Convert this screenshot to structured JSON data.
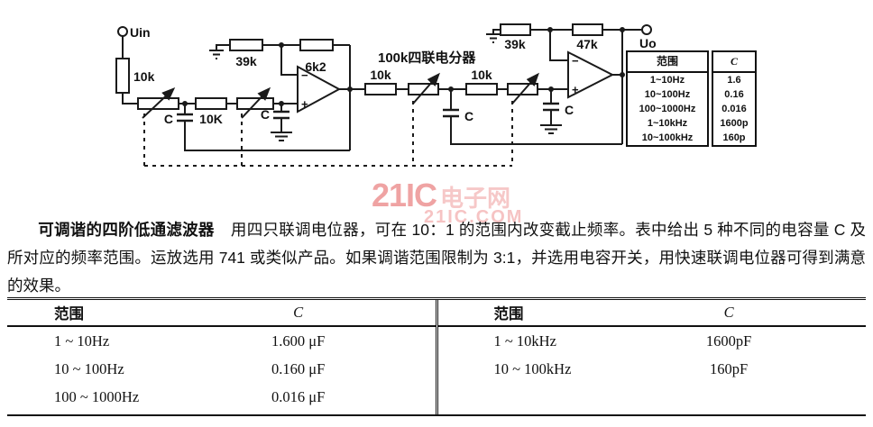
{
  "circuit": {
    "labels": {
      "uin": "Uin",
      "uo": "Uo",
      "r_input": "10k",
      "r_39k_stage1": "39k",
      "r_6k2": "6k2",
      "r_10K_mid": "10K",
      "c1": "C",
      "c2": "C",
      "c3": "C",
      "c4": "C",
      "r_10k_stage2a": "10k",
      "r_10k_stage2b": "10k",
      "r_39k_stage2": "39k",
      "r_47k": "47k",
      "gang_pot": "100k四联电分器",
      "minus": "−",
      "plus": "+"
    },
    "inset_table": {
      "headers": [
        "范围",
        "C"
      ],
      "rows": [
        {
          "range": "1~10Hz",
          "c": "1.6"
        },
        {
          "range": "10~100Hz",
          "c": "0.16"
        },
        {
          "range": "100~1000Hz",
          "c": "0.016"
        },
        {
          "range": "1~10kHz",
          "c": "1600p"
        },
        {
          "range": "10~100kHz",
          "c": "160p"
        }
      ]
    }
  },
  "watermark": {
    "brand": "21IC",
    "site": "电子网",
    "domain": "21IC.COM",
    "color": "#ea8585"
  },
  "description": {
    "title": "可调谐的四阶低通滤波器",
    "body": "用四只联调电位器，可在 10：1 的范围内改变截止频率。表中给出 5 种不同的电容量 C 及所对应的频率范围。运放选用 741 或类似产品。如果调谐范围限制为 3:1，并选用电容开关，用快速联调电位器可得到满意的效果。"
  },
  "tables": {
    "left": {
      "headers": [
        "范围",
        "C"
      ],
      "rows": [
        {
          "range": "1 ~ 10Hz",
          "c": "1.600 μF"
        },
        {
          "range": "10 ~ 100Hz",
          "c": "0.160 μF"
        },
        {
          "range": "100 ~ 1000Hz",
          "c": "0.016 μF"
        }
      ]
    },
    "right": {
      "headers": [
        "范围",
        "C"
      ],
      "rows": [
        {
          "range": "1 ~ 10kHz",
          "c": "1600pF"
        },
        {
          "range": "10 ~ 100kHz",
          "c": "160pF"
        }
      ]
    }
  }
}
